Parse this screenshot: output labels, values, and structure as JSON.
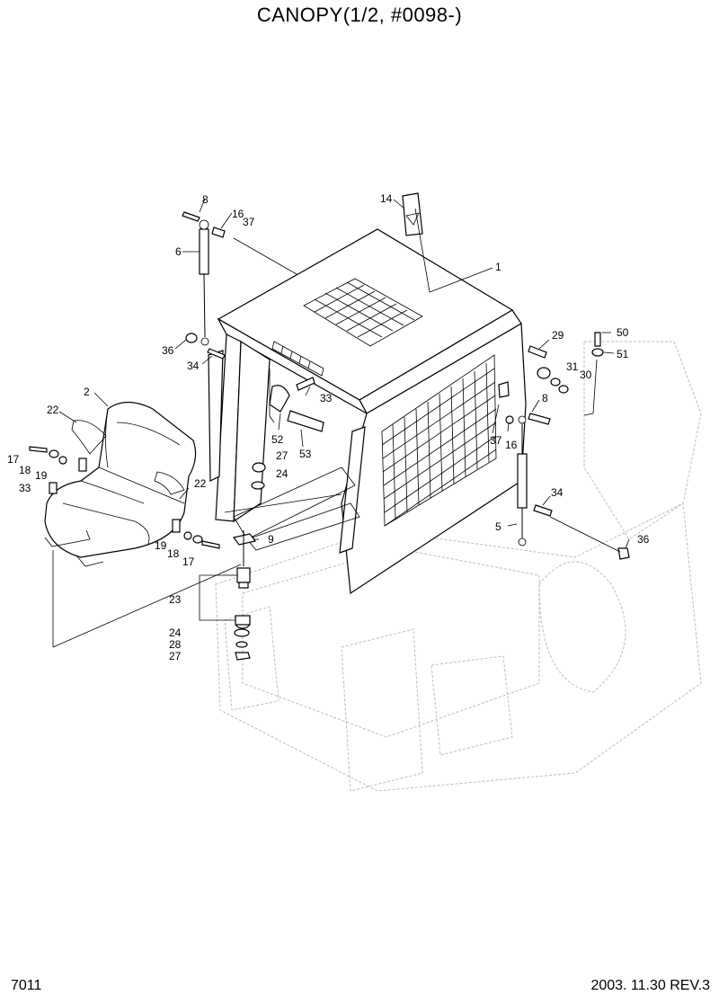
{
  "header": {
    "title": "CANOPY(1/2, #0098-)"
  },
  "footer": {
    "page_code": "7011",
    "date_rev": "2003. 11.30  REV.3"
  },
  "callouts": [
    {
      "id": "c8a",
      "text": "8"
    },
    {
      "id": "c16a",
      "text": "16"
    },
    {
      "id": "c37a",
      "text": "37"
    },
    {
      "id": "c6",
      "text": "6"
    },
    {
      "id": "c14",
      "text": "14"
    },
    {
      "id": "c1",
      "text": "1"
    },
    {
      "id": "c36a",
      "text": "36"
    },
    {
      "id": "c34a",
      "text": "34"
    },
    {
      "id": "c2",
      "text": "2"
    },
    {
      "id": "c22a",
      "text": "22"
    },
    {
      "id": "c33a",
      "text": "33"
    },
    {
      "id": "c52",
      "text": "52"
    },
    {
      "id": "c53",
      "text": "53"
    },
    {
      "id": "c17a",
      "text": "17"
    },
    {
      "id": "c18a",
      "text": "18"
    },
    {
      "id": "c19a",
      "text": "19"
    },
    {
      "id": "c33b",
      "text": "33"
    },
    {
      "id": "c22b",
      "text": "22"
    },
    {
      "id": "c27a",
      "text": "27"
    },
    {
      "id": "c24a",
      "text": "24"
    },
    {
      "id": "c19b",
      "text": "19"
    },
    {
      "id": "c18b",
      "text": "18"
    },
    {
      "id": "c17b",
      "text": "17"
    },
    {
      "id": "c9",
      "text": "9"
    },
    {
      "id": "c23",
      "text": "23"
    },
    {
      "id": "c24b",
      "text": "24"
    },
    {
      "id": "c28",
      "text": "28"
    },
    {
      "id": "c27b",
      "text": "27"
    },
    {
      "id": "c29",
      "text": "29"
    },
    {
      "id": "c50",
      "text": "50"
    },
    {
      "id": "c51",
      "text": "51"
    },
    {
      "id": "c31",
      "text": "31"
    },
    {
      "id": "c30",
      "text": "30"
    },
    {
      "id": "c8b",
      "text": "8"
    },
    {
      "id": "c37b",
      "text": "37"
    },
    {
      "id": "c16b",
      "text": "16"
    },
    {
      "id": "c34b",
      "text": "34"
    },
    {
      "id": "c5",
      "text": "5"
    },
    {
      "id": "c36b",
      "text": "36"
    }
  ]
}
